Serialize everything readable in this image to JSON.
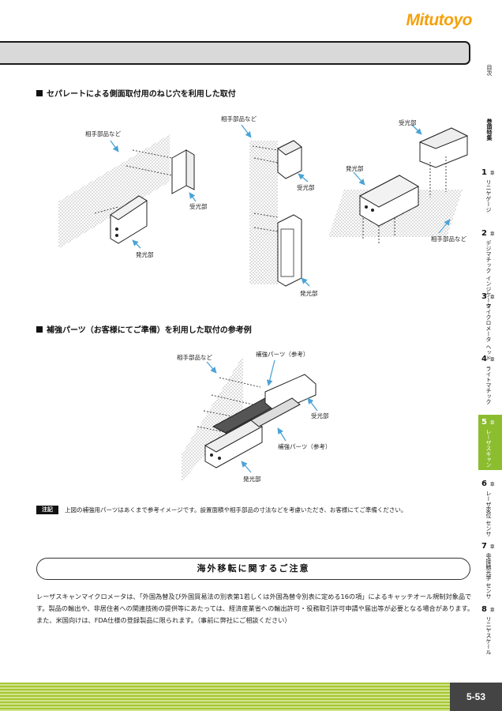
{
  "brand": {
    "logo": "Mitutoyo",
    "accent_color": "#f4a10b",
    "active_color": "#8bbd2f"
  },
  "section1": {
    "title": "セパレートによる側面取付用のねじ穴を利用した取付",
    "labels": {
      "partner1": "相手部品など",
      "receiver1": "受光部",
      "emitter1": "発光部",
      "partner2": "相手部品など",
      "receiver2": "受光部",
      "emitter2": "発光部",
      "receiver3": "受光部",
      "emitter3": "発光部",
      "partner3": "相手部品など"
    }
  },
  "section2": {
    "title": "補強パーツ（お客様にてご準備）を利用した取付の参考例",
    "labels": {
      "partner": "相手部品など",
      "reinforce1": "補強パーツ（参考）",
      "receiver": "受光部",
      "reinforce2": "補強パーツ（参考）",
      "emitter": "発光部"
    }
  },
  "note": {
    "badge": "注記",
    "text": "上図の補強用パーツはあくまで参考イメージです。設置面積や相手部品の寸法などを考慮いただき、お客様にてご準備ください。"
  },
  "notice": {
    "title": "海外移転に関するご注意",
    "body": "レーザスキャンマイクロメータは、「外国為替及び外国貿易法の別表第1若しくは外国為替令別表に定める16の項」によるキャッチオール規制対象品です。製品の輸出や、非居住者への関連技術の提供等にあたっては、経済産業省への輸出許可・役務取引許可申請や届出等が必要となる場合があります。また、米国向けは、FDA仕様の登録製品に限られます。（事前に弊社にご相談ください）"
  },
  "sidebar": {
    "toc": "目次",
    "feature": "巻頭特集",
    "chapters": [
      {
        "num": "1",
        "sho": "章",
        "text": "リニヤゲージ"
      },
      {
        "num": "2",
        "sho": "章",
        "text": "デジマチック インジケータ"
      },
      {
        "num": "3",
        "sho": "章",
        "text": "マイクロメータ ヘッド"
      },
      {
        "num": "4",
        "sho": "章",
        "text": "ライトマチック"
      },
      {
        "num": "5",
        "sho": "章",
        "text": "レーザスキャン マイクロメータ"
      },
      {
        "num": "6",
        "sho": "章",
        "text": "レーザ変位 センサ"
      },
      {
        "num": "7",
        "sho": "章",
        "text": "非接触光学 センサ"
      },
      {
        "num": "8",
        "sho": "章",
        "text": "リニヤスケール"
      }
    ]
  },
  "footer": {
    "page": "5-53"
  }
}
